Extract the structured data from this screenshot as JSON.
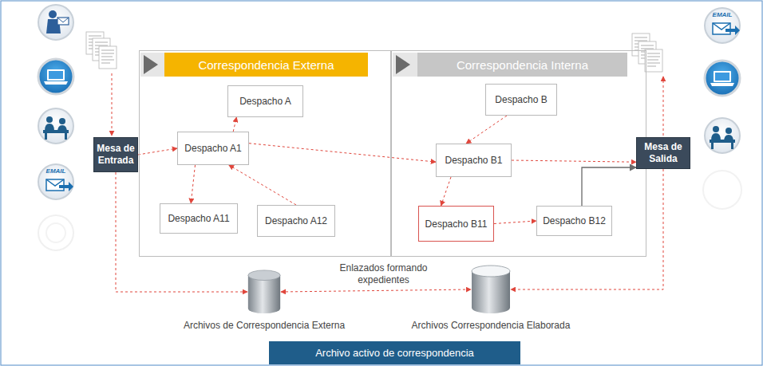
{
  "diagram": {
    "nodes": [
      {
        "text": [
          "Mesa de Entrada"
        ]
      },
      {
        "text": [
          "Correspondencia Externa"
        ]
      },
      {
        "text": [
          "Despacho A"
        ],
        "in": 1
      },
      {
        "text": [
          "Despacho A1"
        ],
        "in": 1
      },
      {
        "text": [
          "Despacho A11"
        ],
        "in": 1
      },
      {
        "text": [
          "Despacho A12"
        ],
        "in": 1
      },
      {
        "text": [
          "Correspondencia Interna"
        ]
      },
      {
        "text": [
          "Despacho B"
        ],
        "in": 6
      },
      {
        "text": [
          "Despacho B1"
        ],
        "in": 6
      },
      {
        "text": [
          "Despacho B11"
        ],
        "in": 6
      },
      {
        "text": [
          "Despacho B12"
        ],
        "in": 6
      },
      {
        "text": [
          "Mesa de Salida"
        ]
      },
      {
        "text": [
          "Archivos de Correspondencia Externa"
        ]
      },
      {
        "text": [
          "Archivos Correspondencia Elaborada"
        ]
      },
      {
        "text": [
          "Archivo activo de correspondencia"
        ]
      }
    ],
    "edges": [
      {
        "from": 0,
        "to": 3,
        "arrow": "to"
      },
      {
        "from": 3,
        "to": 2,
        "arrow": "to"
      },
      {
        "from": 3,
        "to": 4,
        "arrow": "to"
      },
      {
        "from": 5,
        "to": 3,
        "arrow": "to"
      },
      {
        "from": 3,
        "to": 8,
        "arrow": "to"
      },
      {
        "from": 7,
        "to": 8,
        "arrow": "to"
      },
      {
        "from": 8,
        "to": 11,
        "arrow": "to"
      },
      {
        "from": 8,
        "to": 9,
        "arrow": "to"
      },
      {
        "from": 9,
        "to": 10,
        "arrow": "to"
      },
      {
        "from": 10,
        "to": 11,
        "arrow": "to"
      },
      {
        "from": 0,
        "to": 12,
        "arrow": "to"
      },
      {
        "from": 12,
        "to": 13,
        "arrow": "both"
      },
      {
        "from": 11,
        "to": 13,
        "arrow": "to"
      }
    ],
    "labels": [
      "Enlazados formando expedientes",
      "EMAIL",
      "EMAIL"
    ]
  }
}
